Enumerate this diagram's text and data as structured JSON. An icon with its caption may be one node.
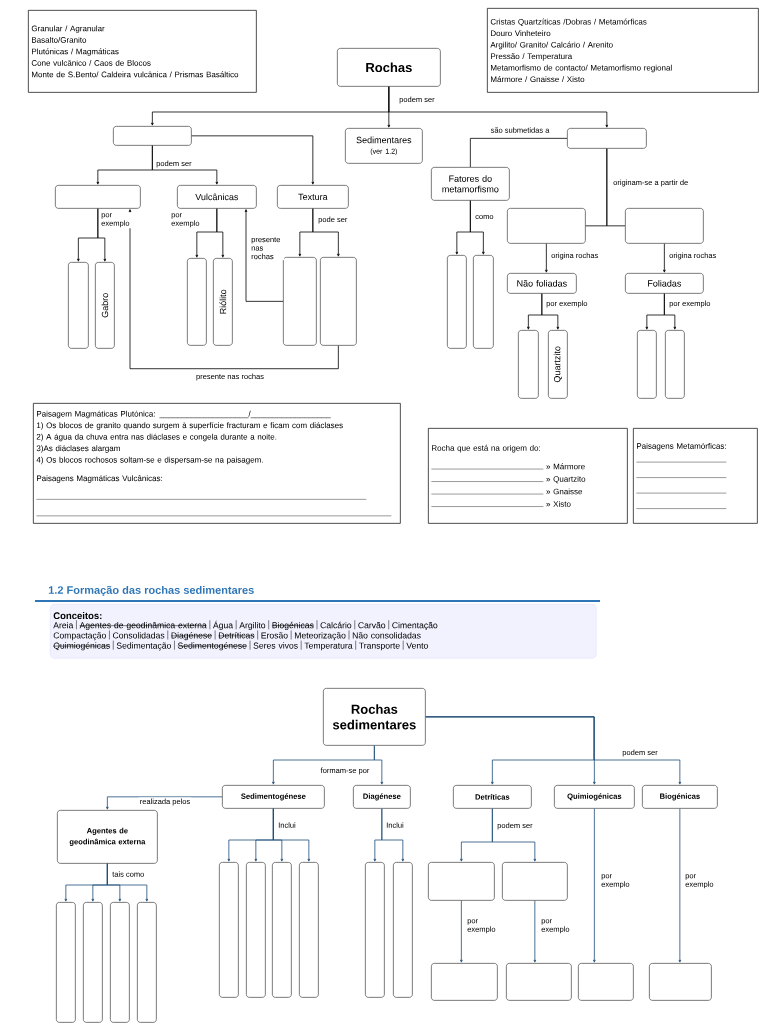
{
  "diagram": {
    "nodes": [
      {
        "text": [
          "Granular / Agranular",
          "Basalto/Granito",
          "Plutónicas / Magmáticas",
          "Cone vulcânico / Caos de Blocos",
          "Monte de S.Bento/ Caldeira vulcânica / Prismas Basáltico"
        ]
      },
      {
        "text": [
          "Cristas Quartzíticas /Dobras / Metamórficas",
          "Douro Vinheteiro",
          "Argilito/ Granito/ Calcário / Arenito",
          "Pressão / Temperatura",
          "Metamorfismo de contacto/ Metamorfismo regional",
          "Mármore / Gnaisse / Xisto"
        ]
      },
      {
        "text": [
          "Rochas"
        ]
      },
      {
        "text": [],
        "shape": "box"
      },
      {
        "text": [
          "Sedimentares",
          "(ver 1.2)"
        ]
      },
      {
        "text": [],
        "shape": "box"
      },
      {
        "text": [],
        "shape": "box"
      },
      {
        "text": [
          "Vulcânicas"
        ]
      },
      {
        "text": [
          "Textura"
        ]
      },
      {
        "text": [
          "Fatores do metamorfismo"
        ]
      },
      {
        "text": [],
        "shape": "box"
      },
      {
        "text": [],
        "shape": "box"
      },
      {
        "text": [],
        "shape": "box"
      },
      {
        "text": [
          "Gabro"
        ]
      },
      {
        "text": [],
        "shape": "box"
      },
      {
        "text": [
          "Riólito"
        ]
      },
      {
        "text": [],
        "shape": "box"
      },
      {
        "text": [],
        "shape": "box"
      },
      {
        "text": [],
        "shape": "box"
      },
      {
        "text": [],
        "shape": "box"
      },
      {
        "text": [
          "Não foliadas"
        ]
      },
      {
        "text": [
          "Foliadas"
        ]
      },
      {
        "text": [],
        "shape": "box"
      },
      {
        "text": [
          "Quartzito"
        ]
      },
      {
        "text": [],
        "shape": "box"
      },
      {
        "text": [],
        "shape": "box"
      },
      {
        "text": [
          "Paisagem Magmáticas Plutónica: ____________________/__________________",
          "1) Os blocos de granito quando surgem à superfície fracturam e ficam com diáclases",
          "2) A água da chuva entra nas diáclases e congela durante a noite.",
          "3)As diáclases alargam",
          "4) Os blocos rochosos soltam-se e dispersam-se na paisagem.",
          "Paisagens Magmáticas Vulcânicas:"
        ]
      },
      {
        "text": [
          "Rocha que está na origem do:",
          "» Mármore",
          "» Quartzito",
          "» Gnaisse",
          "» Xisto"
        ]
      },
      {
        "text": [
          "Paisagens Metamórficas:"
        ]
      },
      {
        "text": [
          "Conceitos:",
          "Areia",
          "Agentes de geodinâmica externa",
          "Água",
          "Argilito",
          "Biogénicas",
          "Calcário",
          "Carvão",
          "Cimentação",
          "Compactação",
          "Consolidadas",
          "Diagénese",
          "Detríticas",
          "Erosão",
          "Meteorização",
          "Não consolidadas",
          "Quimiogénicas",
          "Sedimentação",
          "Sedimentogénese",
          "Seres vivos",
          "Temperatura",
          "Transporte",
          "Vento"
        ]
      },
      {
        "text": [
          "Rochas sedimentares"
        ]
      },
      {
        "text": [
          "Sedimentogénese"
        ]
      },
      {
        "text": [
          "Diagénese"
        ]
      },
      {
        "text": [
          "Detríticas"
        ]
      },
      {
        "text": [
          "Quimiogénicas"
        ]
      },
      {
        "text": [
          "Biogénicas"
        ]
      },
      {
        "text": [
          "Agentes de geodinâmica externa"
        ]
      },
      {
        "text": [],
        "shape": "box"
      },
      {
        "text": [],
        "shape": "box"
      },
      {
        "text": [],
        "shape": "box"
      },
      {
        "text": [],
        "shape": "box"
      },
      {
        "text": [],
        "shape": "box"
      },
      {
        "text": [],
        "shape": "box"
      },
      {
        "text": [],
        "shape": "box"
      },
      {
        "text": [],
        "shape": "box"
      },
      {
        "text": [],
        "shape": "box"
      },
      {
        "text": [],
        "shape": "box"
      },
      {
        "text": [],
        "shape": "box"
      },
      {
        "text": [],
        "shape": "box"
      },
      {
        "text": [],
        "shape": "box"
      },
      {
        "text": [],
        "shape": "box"
      },
      {
        "text": [],
        "shape": "box"
      },
      {
        "text": [],
        "shape": "box"
      }
    ],
    "edges": [
      {
        "from": 2,
        "to": 3,
        "arrow": "to",
        "label": "podem ser"
      },
      {
        "from": 2,
        "to": 4,
        "arrow": "to"
      },
      {
        "from": 2,
        "to": 5,
        "arrow": "to"
      },
      {
        "from": 3,
        "to": 6,
        "arrow": "to",
        "label": "podem ser"
      },
      {
        "from": 3,
        "to": 7,
        "arrow": "to"
      },
      {
        "from": 3,
        "to": 8,
        "arrow": "to"
      },
      {
        "from": 6,
        "to": 12,
        "arrow": "to",
        "label": "por exemplo"
      },
      {
        "from": 6,
        "to": 13,
        "arrow": "to"
      },
      {
        "from": 7,
        "to": 14,
        "arrow": "to",
        "label": "por exemplo"
      },
      {
        "from": 7,
        "to": 15,
        "arrow": "to"
      },
      {
        "from": 8,
        "to": 16,
        "arrow": "to",
        "label": "pode ser"
      },
      {
        "from": 8,
        "to": 17,
        "arrow": "to"
      },
      {
        "from": 16,
        "to": 7,
        "arrow": "to",
        "label": "presente nas rochas"
      },
      {
        "from": 17,
        "to": 6,
        "arrow": "to",
        "label": "presente nas rochas"
      },
      {
        "from": 5,
        "to": 9,
        "arrow": "none",
        "label": "são submetidas a"
      },
      {
        "from": 9,
        "to": 18,
        "arrow": "to",
        "label": "como"
      },
      {
        "from": 9,
        "to": 19,
        "arrow": "to"
      },
      {
        "from": 5,
        "to": 10,
        "arrow": "none",
        "label": "originam-se a partir de"
      },
      {
        "from": 5,
        "to": 11,
        "arrow": "none"
      },
      {
        "from": 10,
        "to": 20,
        "arrow": "to",
        "label": "origina rochas"
      },
      {
        "from": 11,
        "to": 21,
        "arrow": "to",
        "label": "origina rochas"
      },
      {
        "from": 20,
        "to": 22,
        "arrow": "to",
        "label": "por exemplo"
      },
      {
        "from": 20,
        "to": 23,
        "arrow": "to"
      },
      {
        "from": 21,
        "to": 24,
        "arrow": "to",
        "label": "por exemplo"
      },
      {
        "from": 21,
        "to": 25,
        "arrow": "to"
      },
      {
        "from": 30,
        "to": 31,
        "arrow": "to",
        "label": "formam-se por",
        "color": "#1f4e79"
      },
      {
        "from": 30,
        "to": 32,
        "arrow": "to",
        "color": "#1f4e79"
      },
      {
        "from": 30,
        "to": 33,
        "arrow": "to",
        "color": "#1f4e79"
      },
      {
        "from": 30,
        "to": 34,
        "arrow": "to",
        "color": "#1f4e79"
      },
      {
        "from": 30,
        "to": 35,
        "arrow": "to",
        "label": "podem ser",
        "color": "#1f4e79"
      },
      {
        "from": 31,
        "to": 36,
        "arrow": "to",
        "label": "realizada pelos",
        "color": "#1f4e79"
      },
      {
        "from": 36,
        "to": 37,
        "arrow": "to",
        "label": "tais como",
        "color": "#1f4e79"
      },
      {
        "from": 36,
        "to": 38,
        "arrow": "to",
        "color": "#1f4e79"
      },
      {
        "from": 36,
        "to": 39,
        "arrow": "to",
        "color": "#1f4e79"
      },
      {
        "from": 36,
        "to": 40,
        "arrow": "to",
        "color": "#1f4e79"
      },
      {
        "from": 31,
        "to": 41,
        "arrow": "to",
        "label": "Inclui",
        "color": "#1f4e79"
      },
      {
        "from": 31,
        "to": 42,
        "arrow": "to",
        "color": "#1f4e79"
      },
      {
        "from": 31,
        "to": 43,
        "arrow": "to",
        "color": "#1f4e79"
      },
      {
        "from": 31,
        "to": 44,
        "arrow": "to",
        "color": "#1f4e79"
      },
      {
        "from": 32,
        "to": 45,
        "arrow": "to",
        "label": "Inclui",
        "color": "#1f4e79"
      },
      {
        "from": 32,
        "to": 46,
        "arrow": "to",
        "color": "#1f4e79"
      },
      {
        "from": 33,
        "to": 47,
        "arrow": "to",
        "label": "podem ser",
        "color": "#1f4e79"
      },
      {
        "from": 33,
        "to": 48,
        "arrow": "to",
        "color": "#1f4e79"
      },
      {
        "from": 47,
        "to": 49,
        "arrow": "to",
        "label": "por exemplo",
        "color": "#1f4e79"
      },
      {
        "from": 48,
        "to": 50,
        "arrow": "to",
        "label": "por exemplo",
        "color": "#1f4e79"
      },
      {
        "from": 34,
        "to": 51,
        "arrow": "to",
        "label": "por exemplo",
        "color": "#1f4e79"
      },
      {
        "from": 35,
        "to": 52,
        "arrow": "to",
        "label": "por exemplo",
        "color": "#1f4e79"
      }
    ],
    "labels": [
      "1.2 Formação das rochas sedimentares"
    ]
  }
}
